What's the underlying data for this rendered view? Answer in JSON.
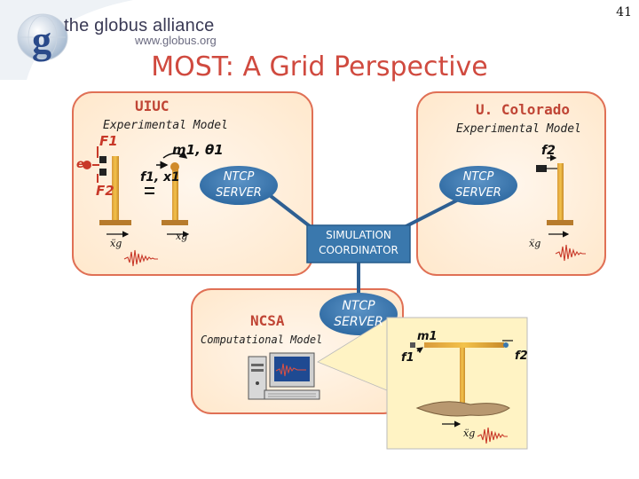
{
  "slide_number": "41",
  "logo": {
    "name": "the globus alliance",
    "url": "www.globus.org",
    "mark": "g"
  },
  "title": "MOST: A Grid Perspective",
  "sites": {
    "uiuc": {
      "label": "UIUC",
      "experiment": "Experimental Model"
    },
    "colorado": {
      "label": "U. Colorado",
      "experiment": "Experimental Model"
    },
    "ncsa": {
      "label": "NCSA",
      "experiment": "Computational Model"
    }
  },
  "servers": {
    "ntcp_line1": "NTCP",
    "ntcp_line2": "SERVER"
  },
  "coordinator": {
    "line1": "SIMULATION",
    "line2": "COORDINATOR"
  },
  "symbols": {
    "F1": "F1",
    "F2": "F2",
    "e": "e",
    "m1_theta1": "m1, θ1",
    "f1_x1": "f1, x1",
    "equals": "=",
    "f2": "f2",
    "xg_ddot": "ẍg",
    "xg": "xg",
    "m1": "m1",
    "f1": "f1"
  },
  "colors": {
    "title": "#d04a3f",
    "site_label": "#c04535",
    "panel_border": "#e07055",
    "panel_fill": "#fff0e0",
    "server_fill": "#3a78ad",
    "link_line": "#2e5f92",
    "accent_red": "#c83828"
  }
}
